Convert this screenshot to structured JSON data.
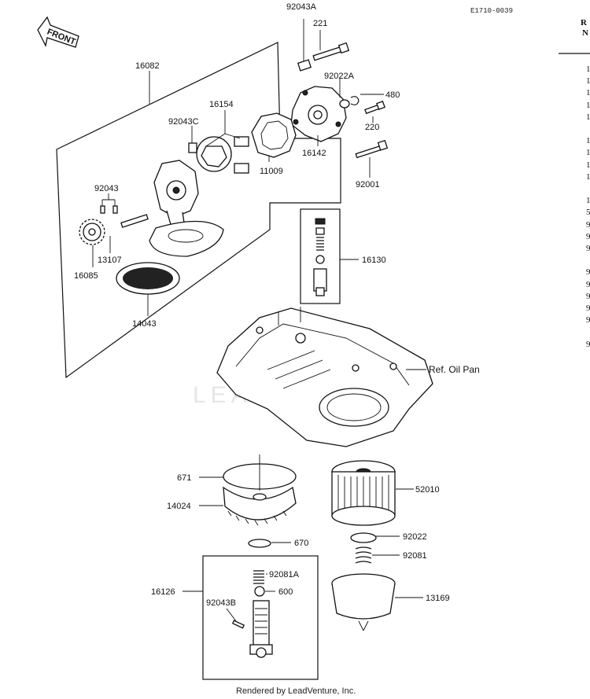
{
  "diagram_code": "E1710-0039",
  "direction_label": "FRONT",
  "watermark": "LEADVENTURE",
  "footer": "Rendered by LeadVenture, Inc.",
  "side_header": [
    "R",
    "N"
  ],
  "side_column": [
    "1",
    "1",
    "1",
    "1",
    "1",
    "",
    "1",
    "1",
    "1",
    "1",
    "",
    "1",
    "5",
    "9",
    "9",
    "9",
    "",
    "9",
    "9",
    "9",
    "9",
    "9",
    "",
    "9"
  ],
  "labels": {
    "p92043A": "92043A",
    "p221": "221",
    "p16082": "16082",
    "p92022A": "92022A",
    "p480": "480",
    "p16154": "16154",
    "p92043C": "92043C",
    "p220": "220",
    "p16142": "16142",
    "p11009": "11009",
    "p92001": "92001",
    "p92043": "92043",
    "p13107": "13107",
    "p16085": "16085",
    "p16130": "16130",
    "p14043": "14043",
    "ref_oil_pan": "Ref. Oil Pan",
    "p671": "671",
    "p52010": "52010",
    "p14024": "14024",
    "p670": "670",
    "p92022": "92022",
    "p92081": "92081",
    "p92081A": "92081A",
    "p16126": "16126",
    "p600": "600",
    "p92043B": "92043B",
    "p13169": "13169"
  }
}
